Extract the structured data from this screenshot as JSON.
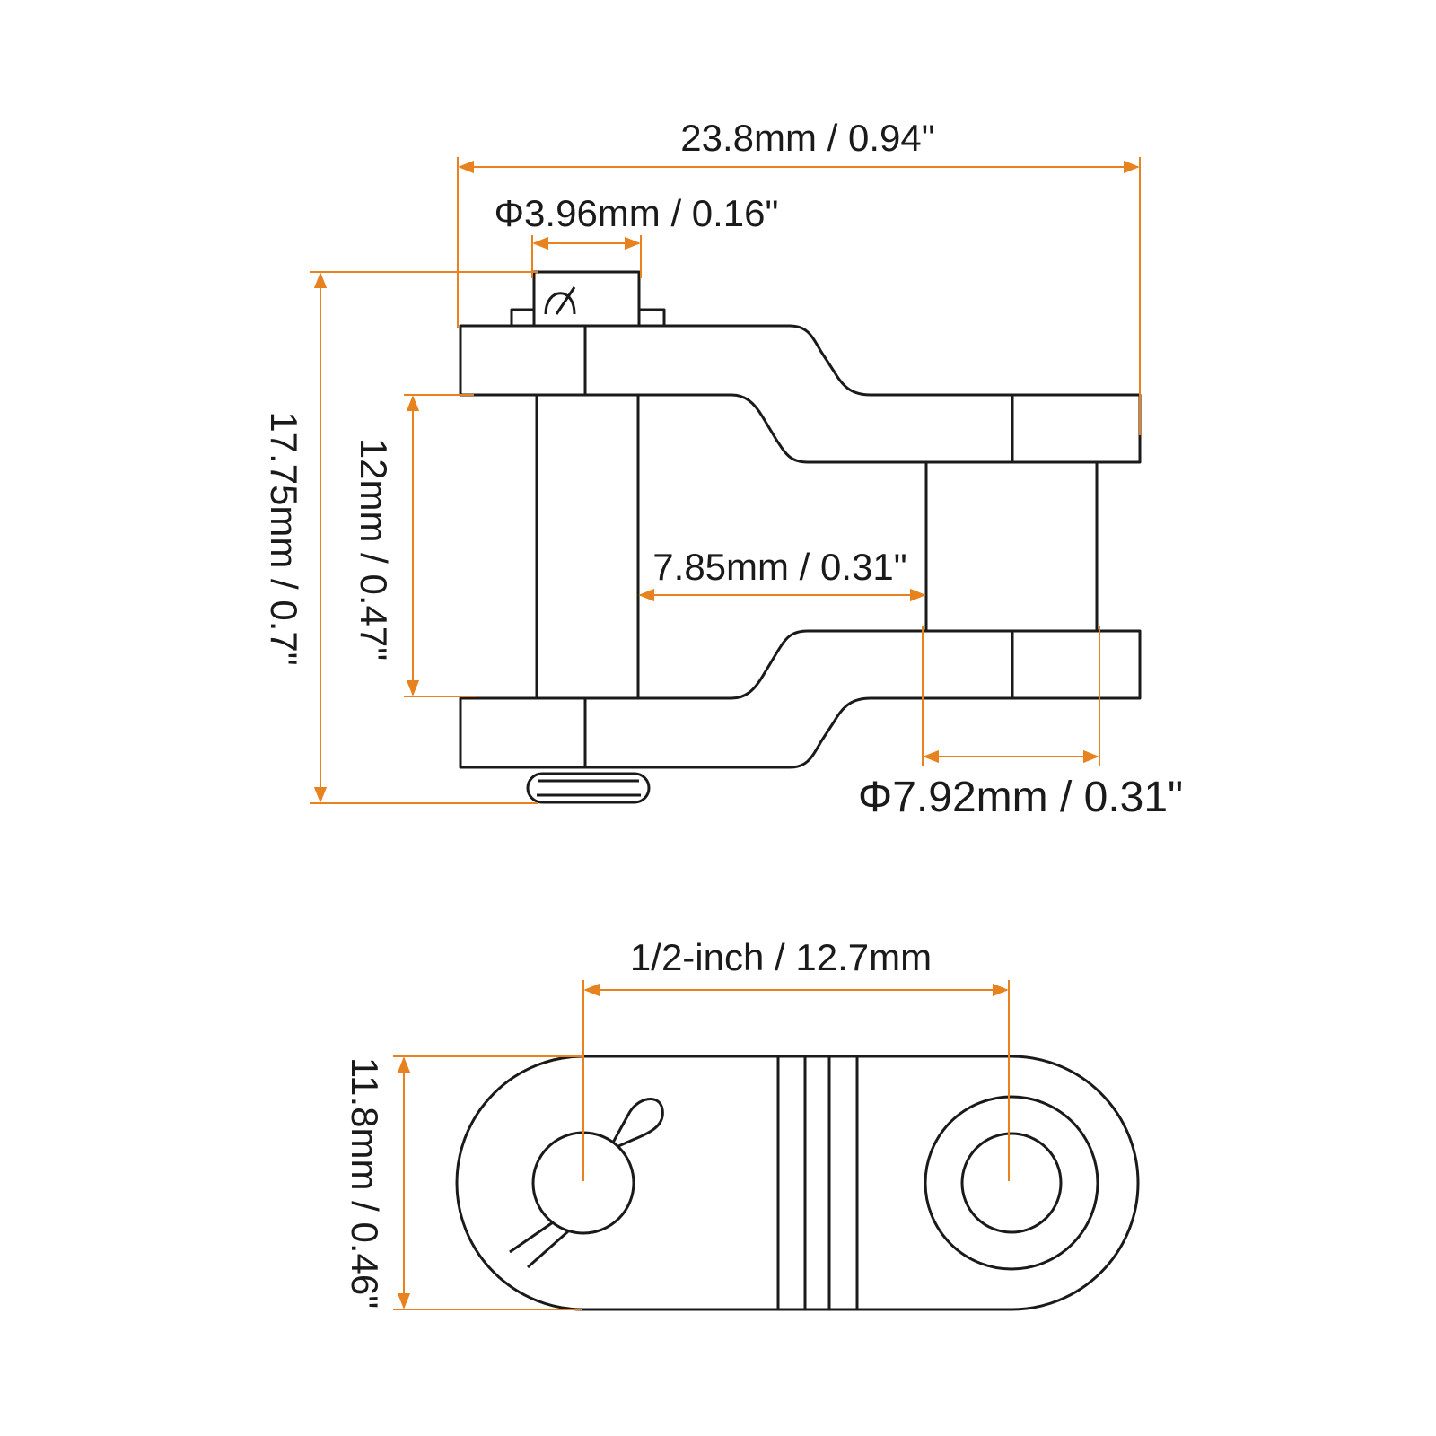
{
  "colors": {
    "dimension": "#e8821e",
    "outline": "#1a1a1a",
    "background": "#ffffff"
  },
  "side_view": {
    "overall_length_label": "23.8mm / 0.94\"",
    "pin_diameter_label": "Φ3.96mm / 0.16\"",
    "overall_height_label": "17.75mm / 0.7\"",
    "inner_width_label": "12mm / 0.47\"",
    "inner_gap_label": "7.85mm / 0.31\"",
    "roller_diameter_label": "Φ7.92mm / 0.31\""
  },
  "top_view": {
    "pitch_label": "1/2-inch / 12.7mm",
    "plate_height_label": "11.8mm / 0.46\""
  }
}
